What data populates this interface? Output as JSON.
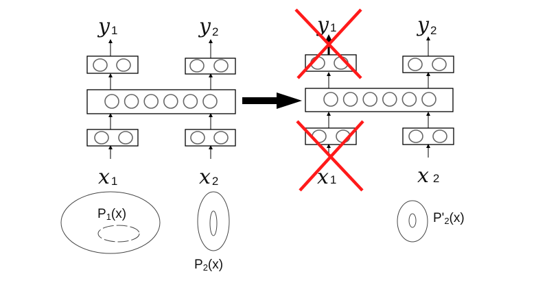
{
  "before": {
    "outputs": [
      {
        "var": "y",
        "sub": "1"
      },
      {
        "var": "y",
        "sub": "2"
      }
    ],
    "inputs": [
      {
        "var": "x",
        "sub": "1"
      },
      {
        "var": "x",
        "sub": "2"
      }
    ],
    "distributions": [
      {
        "name": "P",
        "sub": "1",
        "arg": "(x)"
      },
      {
        "name": "P",
        "sub": "2",
        "arg": "(x)"
      }
    ]
  },
  "after": {
    "outputs": [
      {
        "var": "y",
        "sub": "1",
        "crossed_out": true
      },
      {
        "var": "y",
        "sub": "2"
      }
    ],
    "inputs": [
      {
        "var": "x",
        "sub": "1",
        "crossed_out": true
      },
      {
        "var": "x",
        "sub": "2"
      }
    ],
    "distributions": [
      {
        "name": "P'",
        "sub": "2",
        "arg": "(x)"
      }
    ]
  },
  "colors": {
    "cross": "#ff1a1a",
    "lines": "#000000"
  },
  "icons": {
    "transition": "right-arrow-icon",
    "removed": "red-x-icon"
  }
}
